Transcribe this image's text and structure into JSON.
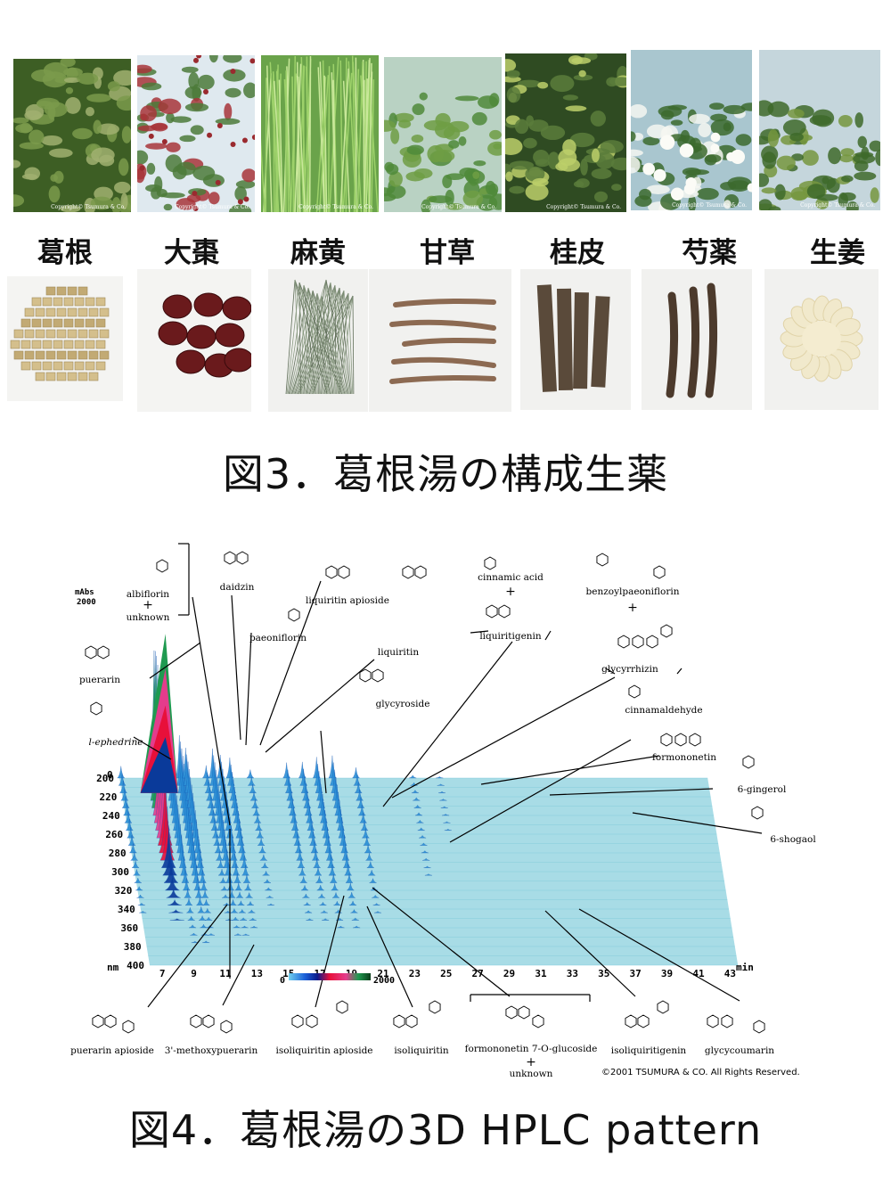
{
  "figure3": {
    "title": "図3．葛根湯の構成生薬",
    "copyright": "Copyright© Tsumura & Co.",
    "herbs": [
      {
        "name": "葛根",
        "icon": "kudzu-plant-photo",
        "crude_icon": "kudzu-root-cubes-photo"
      },
      {
        "name": "大棗",
        "icon": "jujube-plant-photo",
        "crude_icon": "jujube-fruit-photo"
      },
      {
        "name": "麻黄",
        "icon": "ephedra-plant-photo",
        "crude_icon": "ephedra-herb-photo"
      },
      {
        "name": "甘草",
        "icon": "licorice-plant-photo",
        "crude_icon": "licorice-root-photo"
      },
      {
        "name": "桂皮",
        "icon": "cinnamon-plant-photo",
        "crude_icon": "cinnamon-bark-photo"
      },
      {
        "name": "芍薬",
        "icon": "peony-plant-photo",
        "crude_icon": "peony-root-photo"
      },
      {
        "name": "生姜",
        "icon": "ginger-plant-photo",
        "crude_icon": "ginger-root-photo"
      }
    ]
  },
  "figure4": {
    "title": "図4．葛根湯の3D HPLC pattern",
    "copyright": "©2001 TSUMURA & CO. All Rights Reserved.",
    "absorbance_unit": "mAbs",
    "absorbance_max": "2000",
    "absorbance_zero": "0",
    "wavelength_unit": "nm",
    "time_unit": "min",
    "colorbar_min": "0",
    "colorbar_max": "2000",
    "colors": {
      "surface": "#a8dce6",
      "peak": "#2a8fd6",
      "peak_dark": "#0a3a9a",
      "red": "#e8103a",
      "magenta": "#e43c8c",
      "green": "#1f9a50"
    },
    "compounds_top": {
      "albiflorin": "albiflorin",
      "plus1": "+",
      "unknown1": "unknown",
      "daidzin": "daidzin",
      "paeoniflorin": "paeoniflorin",
      "liquiritin_apioside": "liquiritin apioside",
      "liquiritin": "liquiritin",
      "glycyroside": "glycyroside",
      "puerarin": "puerarin",
      "ephedrine": "l-ephedrine",
      "cinnamic_acid": "cinnamic acid",
      "plus2": "+",
      "liquiritigenin": "liquiritigenin",
      "benzoylpaeoniflorin": "benzoylpaeoniflorin",
      "plus3": "+",
      "glycyrrhizin": "glycyrrhizin",
      "cinnamaldehyde": "cinnamaldehyde",
      "formononetin": "formononetin",
      "gingerol": "6-gingerol",
      "shogaol": "6-shogaol"
    },
    "compounds_bottom": {
      "puerarin_apioside": "puerarin apioside",
      "methoxypuerarin": "3'-methoxypuerarin",
      "isoliquiritin_apioside": "isoliquiritin apioside",
      "isoliquiritin": "isoliquiritin",
      "formononetin_glucoside": "formononetin 7-O-glucoside",
      "plus4": "+",
      "unknown2": "unknown",
      "isoliquiritigenin": "isoliquiritigenin",
      "glycycoumarin": "glycycoumarin"
    },
    "chart_data": {
      "type": "3d-surface",
      "wavelength_ticks": [
        "200",
        "220",
        "240",
        "260",
        "280",
        "300",
        "320",
        "340",
        "360",
        "380",
        "400"
      ],
      "time_ticks": [
        "7",
        "9",
        "11",
        "13",
        "15",
        "17",
        "19",
        "21",
        "23",
        "25",
        "27",
        "29",
        "31",
        "33",
        "35",
        "37",
        "39",
        "41",
        "43"
      ],
      "peaks": [
        {
          "t": 6.3,
          "height": 170
        },
        {
          "t": 8.4,
          "height": 1880
        },
        {
          "t": 9.3,
          "height": 520
        },
        {
          "t": 10.0,
          "height": 610
        },
        {
          "t": 10.4,
          "height": 430
        },
        {
          "t": 11.7,
          "height": 180
        },
        {
          "t": 12.1,
          "height": 420
        },
        {
          "t": 12.6,
          "height": 330
        },
        {
          "t": 13.2,
          "height": 290
        },
        {
          "t": 14.5,
          "height": 120
        },
        {
          "t": 16.8,
          "height": 220
        },
        {
          "t": 17.8,
          "height": 230
        },
        {
          "t": 18.7,
          "height": 300
        },
        {
          "t": 19.7,
          "height": 320
        },
        {
          "t": 21.2,
          "height": 150
        },
        {
          "t": 24.8,
          "height": 40
        },
        {
          "t": 26.5,
          "height": 20
        }
      ]
    }
  }
}
